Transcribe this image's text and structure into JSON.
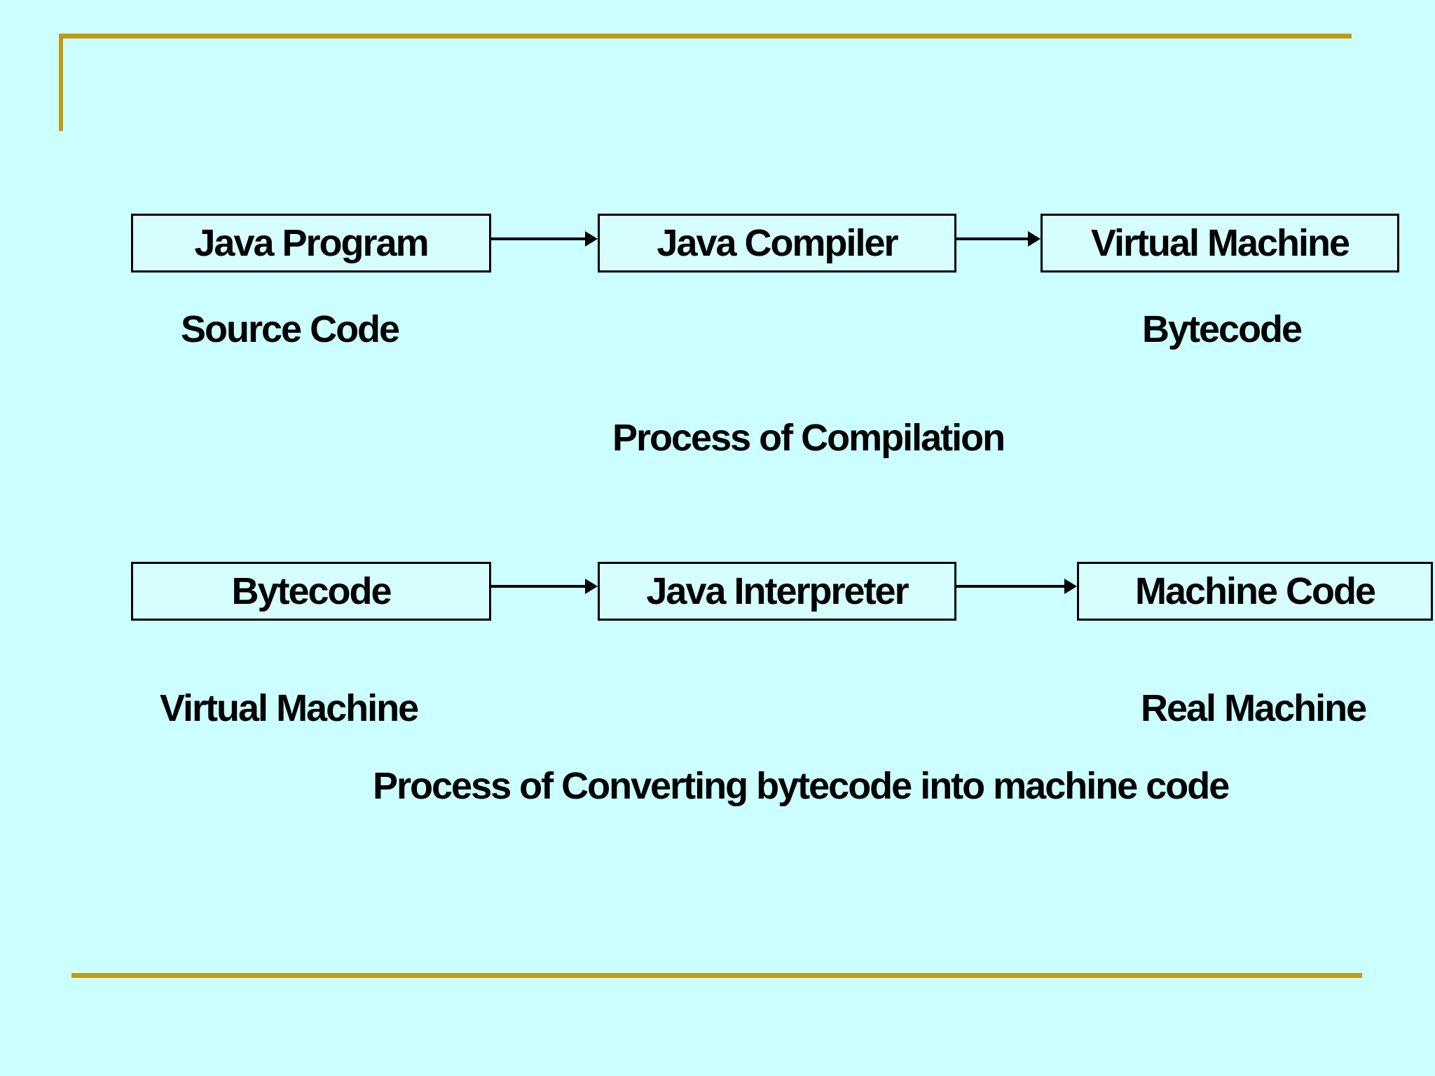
{
  "slide": {
    "bg_color": "#CCFFFF",
    "box_fill_color": "#D6FEFE",
    "accent_color": "#C19B14",
    "line_color": "#000000",
    "row1": {
      "boxes": [
        {
          "label": "Java Program"
        },
        {
          "label": "Java Compiler"
        },
        {
          "label": "Virtual Machine"
        }
      ],
      "source_label": "Source Code",
      "result_label": "Bytecode",
      "caption": "Process of Compilation"
    },
    "row2": {
      "boxes": [
        {
          "label": "Bytecode"
        },
        {
          "label": "Java Interpreter"
        },
        {
          "label": "Machine Code"
        }
      ],
      "source_label": "Virtual Machine",
      "result_label": "Real Machine",
      "caption": "Process of Converting bytecode into machine code"
    }
  }
}
